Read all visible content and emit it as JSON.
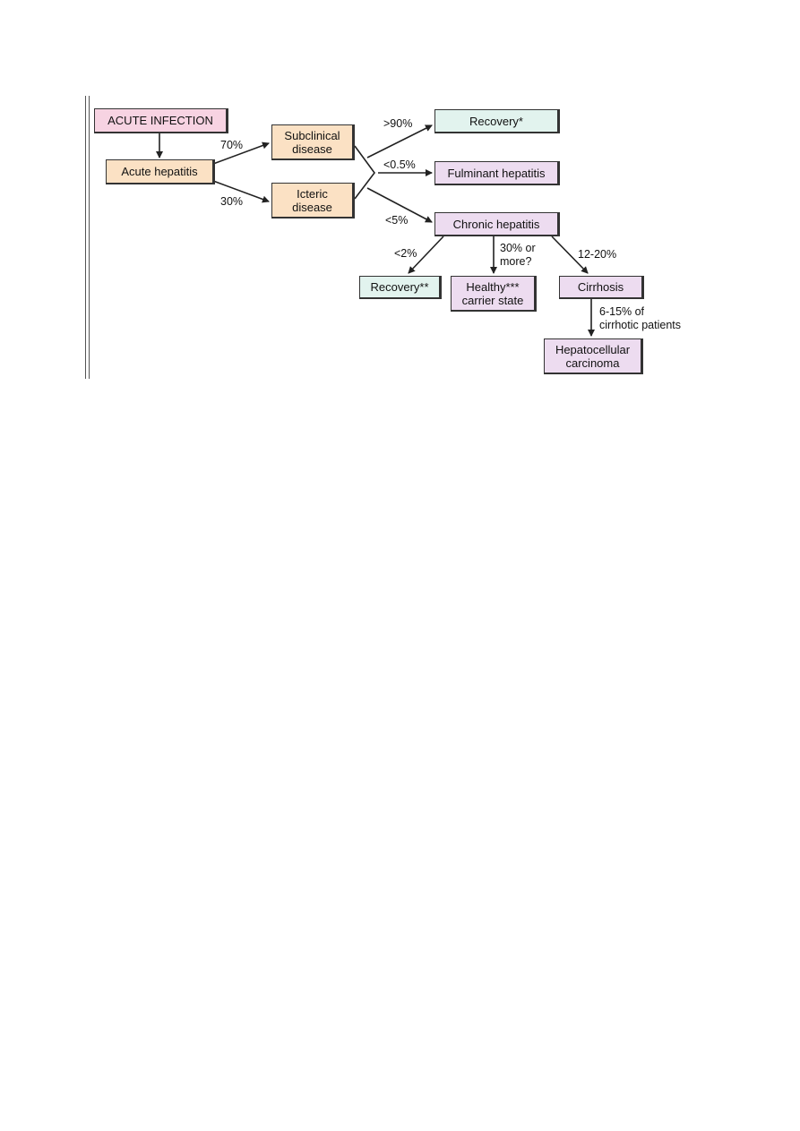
{
  "colors": {
    "infection": "#f7d3e2",
    "orange": "#fbe1c4",
    "recovery": "#e2f3ee",
    "chronic": "#eddcf0",
    "stroke": "#222222"
  },
  "nodes": {
    "acute_infection": "ACUTE INFECTION",
    "acute_hepatitis": "Acute hepatitis",
    "subclinical": "Subclinical\ndisease",
    "icteric": "Icteric\ndisease",
    "recovery1": "Recovery*",
    "fulminant": "Fulminant hepatitis",
    "chronic": "Chronic hepatitis",
    "recovery2": "Recovery**",
    "carrier": "Healthy***\ncarrier state",
    "cirrhosis": "Cirrhosis",
    "hcc": "Hepatocellular\ncarcinoma"
  },
  "edge_labels": {
    "to_subclinical": "70%",
    "to_icteric": "30%",
    "to_recovery": ">90%",
    "to_fulminant": "<0.5%",
    "to_chronic": "<5%",
    "chronic_to_recovery": "<2%",
    "chronic_to_carrier": "30% or\nmore?",
    "chronic_to_cirrhosis": "12-20%",
    "cirrhosis_to_hcc": "6-15% of\ncirrhotic patients"
  }
}
